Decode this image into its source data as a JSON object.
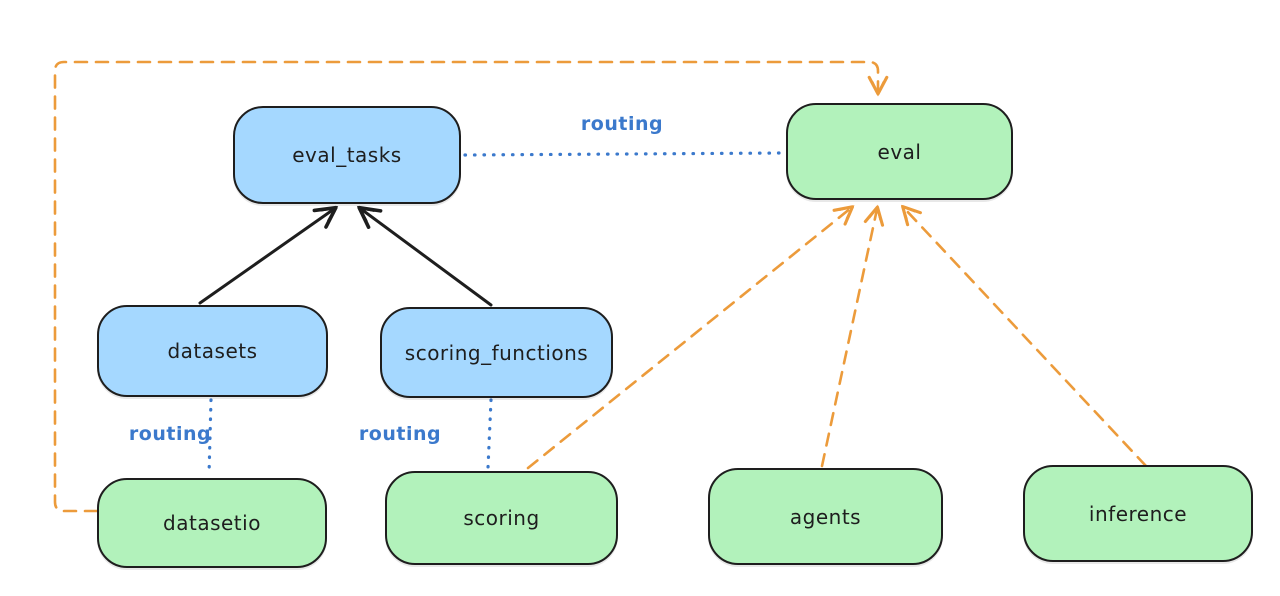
{
  "diagram": {
    "nodes": [
      {
        "id": "eval_tasks",
        "label": "eval_tasks",
        "color_key": "blue"
      },
      {
        "id": "eval",
        "label": "eval",
        "color_key": "green"
      },
      {
        "id": "datasets",
        "label": "datasets",
        "color_key": "blue"
      },
      {
        "id": "scoring_functions",
        "label": "scoring_functions",
        "color_key": "blue"
      },
      {
        "id": "datasetio",
        "label": "datasetio",
        "color_key": "green"
      },
      {
        "id": "scoring",
        "label": "scoring",
        "color_key": "green"
      },
      {
        "id": "agents",
        "label": "agents",
        "color_key": "green"
      },
      {
        "id": "inference",
        "label": "inference",
        "color_key": "green"
      }
    ],
    "edges": [
      {
        "from": "datasets",
        "to": "eval_tasks",
        "style": "solid-black-arrow"
      },
      {
        "from": "scoring_functions",
        "to": "eval_tasks",
        "style": "solid-black-arrow"
      },
      {
        "from": "eval_tasks",
        "to": "eval",
        "style": "dotted-blue",
        "label": "routing"
      },
      {
        "from": "datasets",
        "to": "datasetio",
        "style": "dotted-blue",
        "label": "routing"
      },
      {
        "from": "scoring_functions",
        "to": "scoring",
        "style": "dotted-blue",
        "label": "routing"
      },
      {
        "from": "datasetio",
        "to": "eval",
        "style": "dashed-orange-arrow"
      },
      {
        "from": "scoring",
        "to": "eval",
        "style": "dashed-orange-arrow"
      },
      {
        "from": "agents",
        "to": "eval",
        "style": "dashed-orange-arrow"
      },
      {
        "from": "inference",
        "to": "eval",
        "style": "dashed-orange-arrow"
      }
    ]
  },
  "colors": {
    "node_blue_fill": "#a5d8ff",
    "node_green_fill": "#b2f2bb",
    "node_stroke": "#1e1e1e",
    "solid_arrow": "#1e1e1e",
    "dashed_arrow_orange": "#ec9b3b",
    "routing_blue": "#3b79cc",
    "background": "#ffffff"
  }
}
